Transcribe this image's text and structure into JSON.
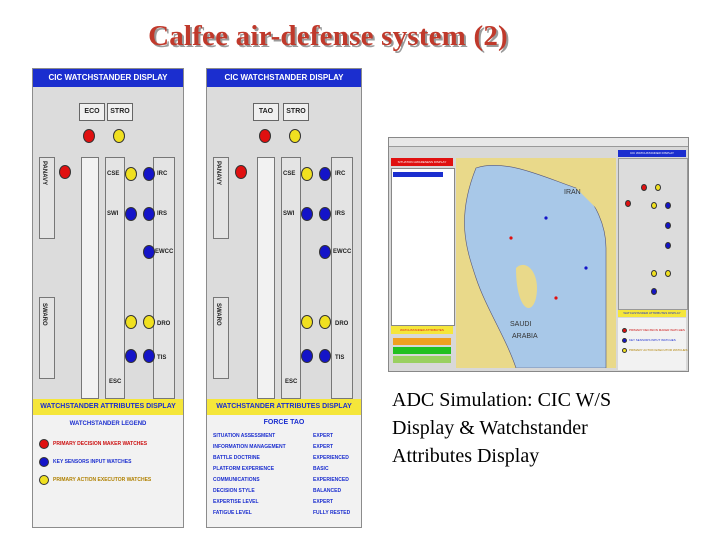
{
  "title": "Calfee air-defense system (2)",
  "colors": {
    "title": "#c0392b",
    "header_blue": "#1b2ecf",
    "header_yellow": "#f5e63a",
    "red": "#e01010",
    "blue": "#1414c8",
    "yellow": "#f0e020"
  },
  "panel_left": {
    "header": "CIC WATCHSTANDER DISPLAY",
    "top_boxes": [
      "ECO",
      "STRO"
    ],
    "side_label_top": "PANAVY",
    "side_label_bottom": "SWARO",
    "mid_labels": [
      "CSE",
      "SWI",
      "IRC",
      "IRS",
      "EWCC",
      "DRO",
      "TIS",
      "ESC"
    ],
    "attributes_header": "WATCHSTANDER ATTRIBUTES DISPLAY",
    "legend_title": "WATCHSTANDER LEGEND",
    "legend": [
      {
        "text": "PRIMARY DECISION MAKER WATCHES",
        "icon": "red-circle"
      },
      {
        "text": "KEY SENSORS INPUT WATCHES",
        "icon": "blue-circle"
      },
      {
        "text": "PRIMARY ACTION EXECUTOR WATCHES",
        "icon": "yellow-circle"
      }
    ]
  },
  "panel_right": {
    "header": "CIC WATCHSTANDER DISPLAY",
    "top_boxes": [
      "TAO",
      "STRO"
    ],
    "side_label_top": "PANAVY",
    "side_label_bottom": "SWARO",
    "mid_labels": [
      "CSE",
      "SWI",
      "IRC",
      "IRS",
      "EWCC",
      "DRO",
      "TIS",
      "ESC"
    ],
    "attributes_header": "WATCHSTANDER ATTRIBUTES DISPLAY",
    "force_title": "FORCE TAO",
    "attributes": [
      {
        "name": "SITUATION ASSESSMENT",
        "value": "EXPERT"
      },
      {
        "name": "INFORMATION MANAGEMENT",
        "value": "EXPERT"
      },
      {
        "name": "BATTLE DOCTRINE",
        "value": "EXPERIENCED"
      },
      {
        "name": "PLATFORM EXPERIENCE",
        "value": "BASIC"
      },
      {
        "name": "COMMUNICATIONS",
        "value": "EXPERIENCED"
      },
      {
        "name": "DECISION STYLE",
        "value": "BALANCED"
      },
      {
        "name": "EXPERTISE LEVEL",
        "value": "EXPERT"
      },
      {
        "name": "FATIGUE LEVEL",
        "value": "FULLY RESTED"
      }
    ]
  },
  "sim": {
    "left_header": "SITUATION AWARENESS DISPLAY",
    "right_header": "CIC WATCHSTANDER DISPLAY",
    "map_labels": [
      "IRAN",
      "SAUDI",
      "ARABIA"
    ],
    "bottom_header": "WATCHSTANDER ATTRIBUTES",
    "right_bottom_header": "WATCHSTANDER ATTRIBUTES DISPLAY",
    "right_legend": [
      "PRIMARY DECISION MAKER WATCHES",
      "KEY SENSORS INPUT WATCHES",
      "PRIMARY ACTION EXECUTOR WATCHES"
    ]
  },
  "caption": {
    "line1": "ADC Simulation:  CIC W/S",
    "line2": "Display  & Watchstander",
    "line3": "Attributes Display"
  }
}
